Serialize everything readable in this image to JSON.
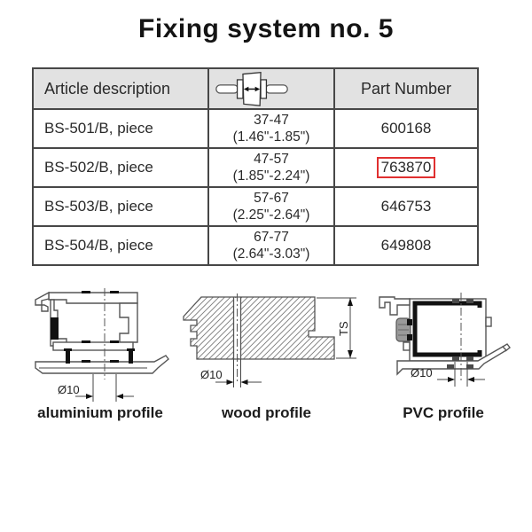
{
  "title": "Fixing system no. 5",
  "colors": {
    "header_bg": "#e2e2e2",
    "table_border": "#474747",
    "highlight_red": "#e03030",
    "drawing_line": "#555555"
  },
  "table": {
    "headers": {
      "col1": "Article description",
      "col2_icon": "width-range-fixing-icon",
      "col3": "Part Number"
    },
    "rows": [
      {
        "article": "BS-501/B, piece",
        "range_mm": "37-47",
        "range_in": "(1.46\"-1.85\")",
        "part": "600168",
        "highlighted": false
      },
      {
        "article": "BS-502/B, piece",
        "range_mm": "47-57",
        "range_in": "(1.85\"-2.24\")",
        "part": "763870",
        "highlighted": true
      },
      {
        "article": "BS-503/B, piece",
        "range_mm": "57-67",
        "range_in": "(2.25\"-2.64\")",
        "part": "646753",
        "highlighted": false
      },
      {
        "article": "BS-504/B, piece",
        "range_mm": "67-77",
        "range_in": "(2.64\"-3.03\")",
        "part": "649808",
        "highlighted": false
      }
    ]
  },
  "diagrams": {
    "aluminium": {
      "caption": "aluminium profile",
      "dim_label": "Ø10"
    },
    "wood": {
      "caption": "wood profile",
      "dim_label": "Ø10",
      "thickness_label": "TS"
    },
    "pvc": {
      "caption": "PVC profile",
      "dim_label": "Ø10"
    }
  }
}
